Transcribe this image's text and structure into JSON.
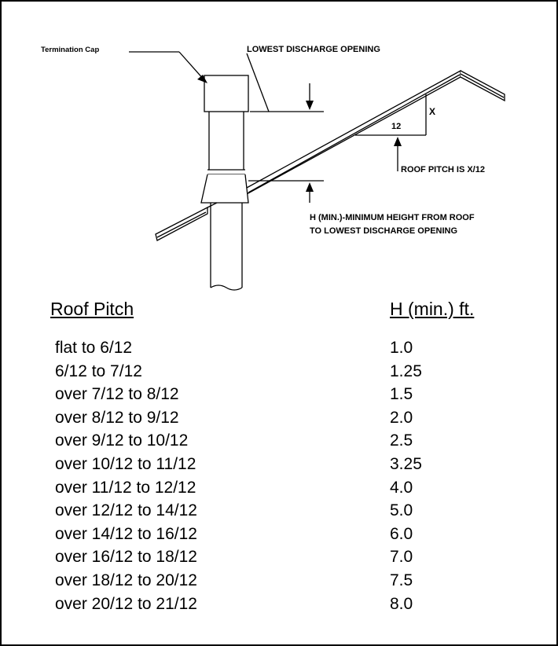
{
  "diagram": {
    "termination_cap_label": "Termination Cap",
    "lowest_discharge_label": "LOWEST DISCHARGE OPENING",
    "x_label": "X",
    "run_label": "12",
    "pitch_label": "ROOF PITCH IS X/12",
    "h_label_line1": "H (MIN.)-MINIMUM HEIGHT FROM ROOF",
    "h_label_line2": "TO LOWEST DISCHARGE OPENING"
  },
  "table": {
    "headers": {
      "pitch": "Roof Pitch",
      "h": "H (min.) ft."
    },
    "rows": [
      {
        "pitch": "flat to 6/12",
        "h": "1.0"
      },
      {
        "pitch": "6/12 to 7/12",
        "h": "1.25"
      },
      {
        "pitch": "over 7/12 to 8/12",
        "h": "1.5"
      },
      {
        "pitch": "over 8/12 to 9/12",
        "h": "2.0"
      },
      {
        "pitch": "over 9/12 to 10/12",
        "h": "2.5"
      },
      {
        "pitch": "over 10/12 to 11/12",
        "h": "3.25"
      },
      {
        "pitch": "over 11/12 to 12/12",
        "h": "4.0"
      },
      {
        "pitch": "over 12/12 to 14/12",
        "h": "5.0"
      },
      {
        "pitch": "over 14/12 to 16/12",
        "h": "6.0"
      },
      {
        "pitch": "over 16/12 to 18/12",
        "h": "7.0"
      },
      {
        "pitch": "over 18/12 to 20/12",
        "h": "7.5"
      },
      {
        "pitch": "over 20/12 to 21/12",
        "h": "8.0"
      }
    ]
  }
}
